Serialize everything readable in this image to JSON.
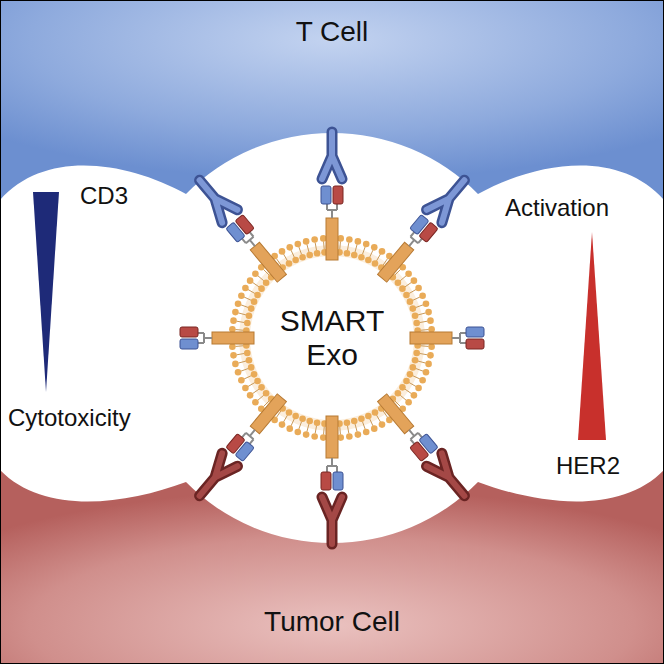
{
  "diagram": {
    "nodes": [
      {
        "text": [
          "T Cell"
        ]
      },
      {
        "text": [
          "SMART Exo"
        ]
      },
      {
        "text": [
          "Tumor Cell"
        ]
      }
    ],
    "labels": [
      "CD3",
      "Activation",
      "Cytotoxicity",
      "HER2"
    ]
  }
}
